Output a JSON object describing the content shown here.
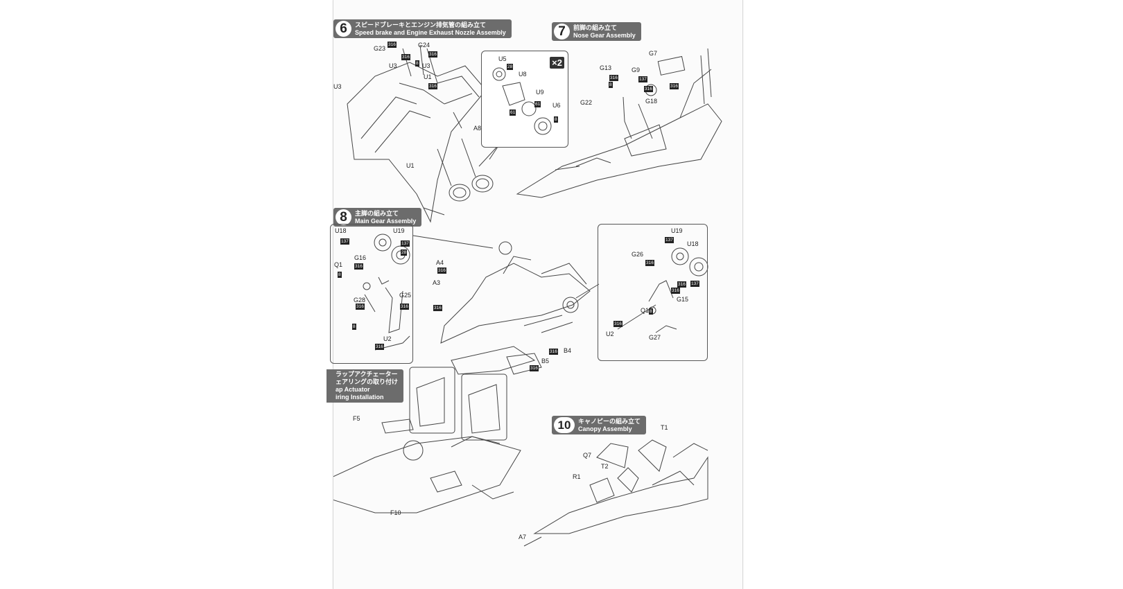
{
  "steps": [
    {
      "number": "6",
      "title_jp": "スピードブレーキとエンジン排気管の組み立て",
      "title_en": "Speed brake and Engine Exhaust Nozzle Assembly"
    },
    {
      "number": "7",
      "title_jp": "前脚の組み立て",
      "title_en": "Nose Gear Assembly"
    },
    {
      "number": "8",
      "title_jp": "主脚の組み立て",
      "title_en": "Main Gear Assembly"
    },
    {
      "number": "",
      "title_jp": "ラップアクチェーター",
      "title_jp2": "ェアリングの取り付け",
      "title_en": "ap Actuator",
      "title_en2": "iring Installation"
    },
    {
      "number": "10",
      "title_jp": "キャノピーの組み立て",
      "title_en": "Canopy Assembly"
    }
  ],
  "multiplier": "×2",
  "part_labels": [
    "G23",
    "G24",
    "U3",
    "U3",
    "U1",
    "U3",
    "A8",
    "U1",
    "U5",
    "U8",
    "U9",
    "U6",
    "G7",
    "G13",
    "G9",
    "G22",
    "G18",
    "U18",
    "U19",
    "G16",
    "Q1",
    "G28",
    "G25",
    "U2",
    "A4",
    "A3",
    "B4",
    "B5",
    "U19",
    "U18",
    "G26",
    "G15",
    "Q1",
    "U2",
    "G27",
    "F5",
    "F10",
    "T1",
    "Q7",
    "T2",
    "R1",
    "A7"
  ],
  "paint_codes": [
    "316",
    "316",
    "316",
    "8",
    "316",
    "28",
    "61",
    "61",
    "8",
    "316",
    "8",
    "137",
    "316",
    "316",
    "137",
    "316",
    "8",
    "316",
    "316",
    "8",
    "316",
    "137",
    "28",
    "316",
    "316",
    "316",
    "316",
    "137",
    "316",
    "8",
    "316",
    "316",
    "137",
    "316"
  ]
}
